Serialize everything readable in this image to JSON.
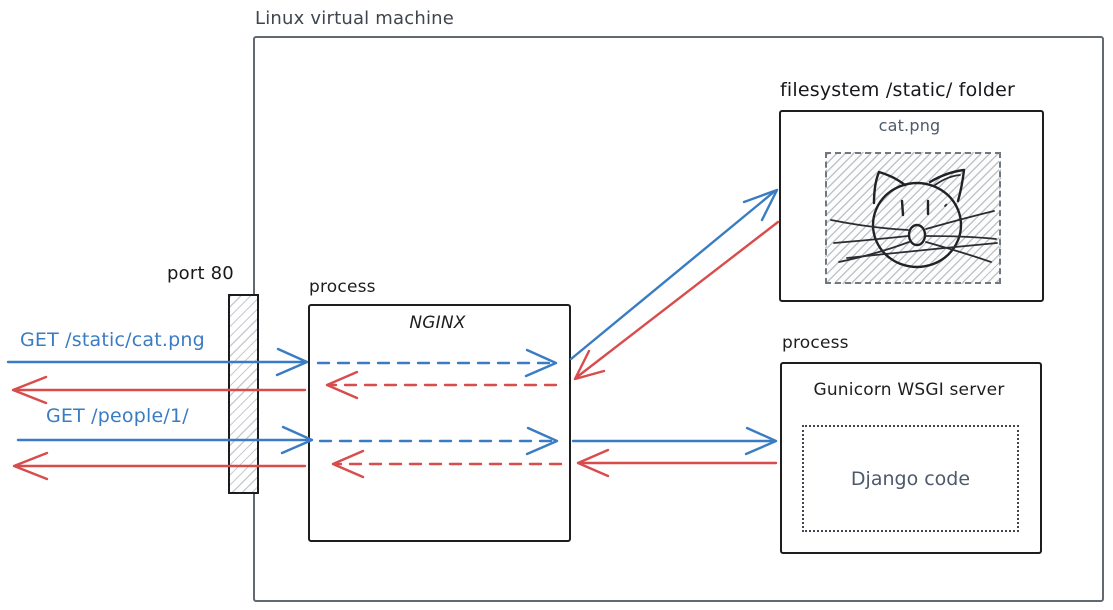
{
  "vm": {
    "label": "Linux virtual machine"
  },
  "filesystem": {
    "title": "filesystem /static/ folder",
    "file_name": "cat.png"
  },
  "port": {
    "label": "port 80"
  },
  "nginx": {
    "process_label": "process",
    "name": "NGINX"
  },
  "gunicorn": {
    "process_label": "process",
    "name": "Gunicorn WSGI server",
    "code_label": "Django code"
  },
  "requests": {
    "static_request": "GET /static/cat.png",
    "people_request": "GET /people/1/"
  },
  "colors": {
    "request_blue": "#3a7cc3",
    "response_red": "#d84c4c",
    "ink": "#1e1e1e",
    "muted_text": "#4d5a6a",
    "vm_border": "#636970"
  }
}
